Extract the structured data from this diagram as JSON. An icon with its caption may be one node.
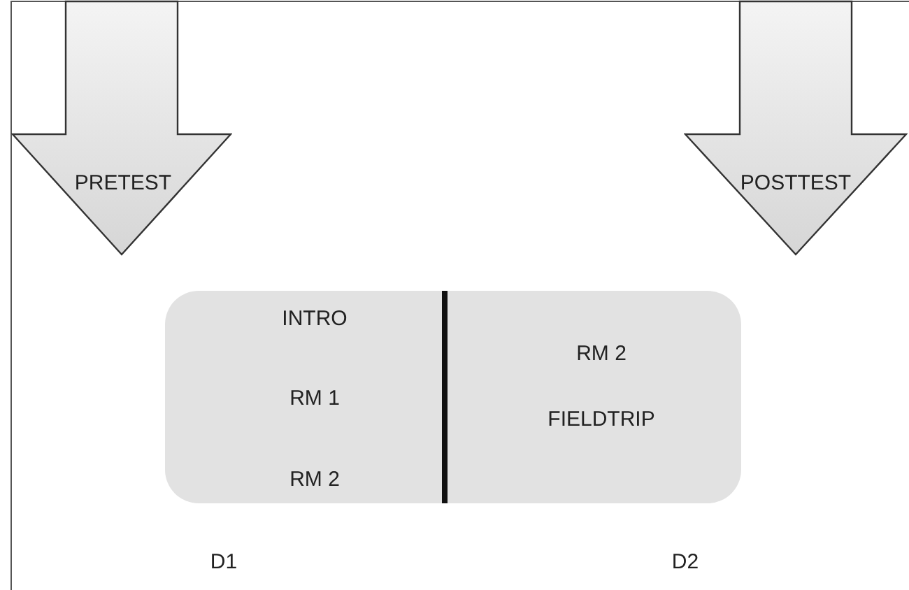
{
  "diagram": {
    "nodes": [
      {
        "text": [
          "PRETEST"
        ]
      },
      {
        "text": [
          "POSTTEST"
        ]
      },
      {
        "text": [
          "INTRO",
          "RM 1",
          "RM 2",
          "RM 2",
          "FIELDTRIP"
        ]
      }
    ],
    "labels": [
      "D1",
      "D2"
    ]
  }
}
